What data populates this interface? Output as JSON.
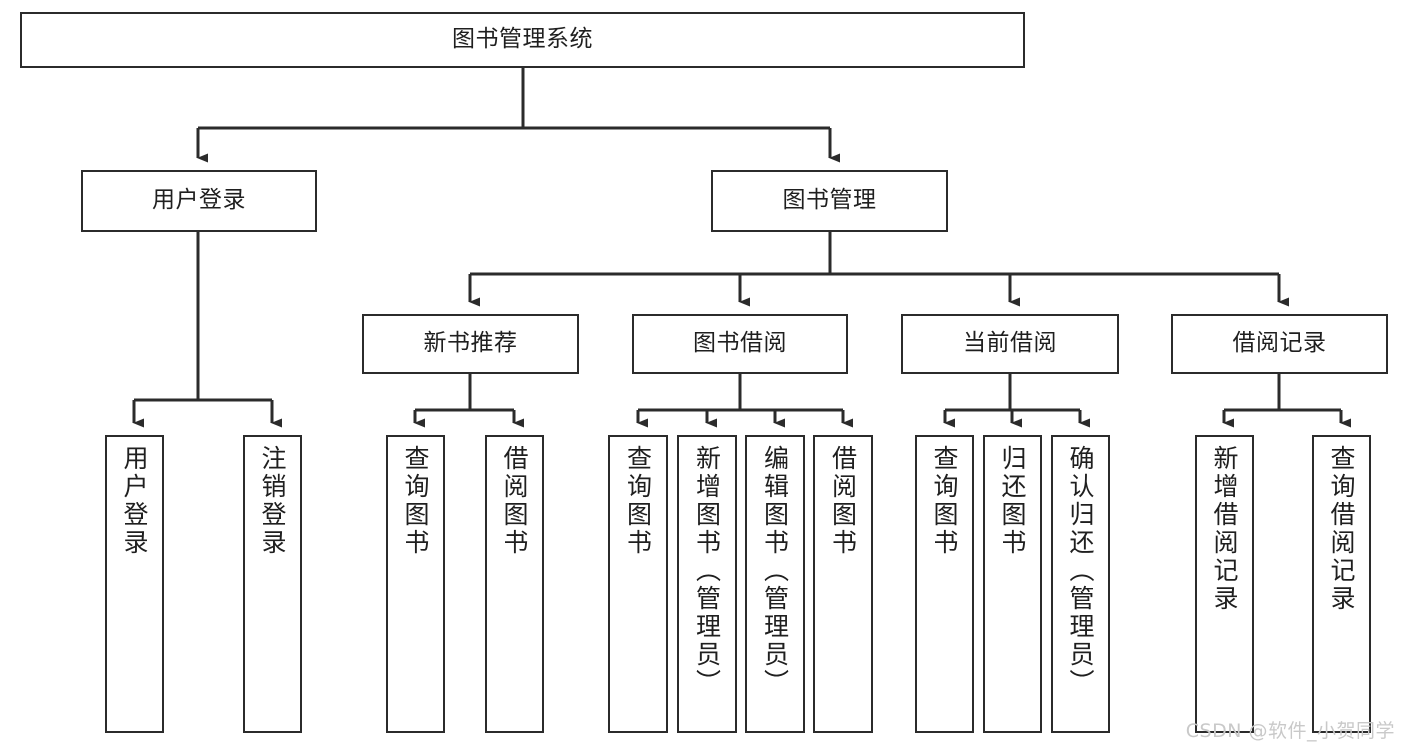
{
  "diagram": {
    "type": "tree",
    "title": "图书管理系统",
    "watermark": "CSDN @软件_小贺同学",
    "colors": {
      "box_border": "#2b2b2b",
      "box_fill": "#ffffff",
      "edge": "#2b2b2b",
      "text": "#1f1f1f",
      "watermark": "#c9c9c9"
    },
    "nodes": {
      "root": {
        "label": "图书管理系统"
      },
      "level2": [
        {
          "id": "user-login",
          "label": "用户登录"
        },
        {
          "id": "book-manage",
          "label": "图书管理"
        }
      ],
      "level3": [
        {
          "id": "new-book-recommend",
          "label": "新书推荐"
        },
        {
          "id": "book-borrow",
          "label": "图书借阅"
        },
        {
          "id": "current-borrow",
          "label": "当前借阅"
        },
        {
          "id": "borrow-record",
          "label": "借阅记录"
        }
      ],
      "leaves": [
        {
          "id": "leaf-user-login",
          "label": "用户登录",
          "parent": "user-login"
        },
        {
          "id": "leaf-logout-login",
          "label": "注销登录",
          "parent": "user-login"
        },
        {
          "id": "leaf-query-book-1",
          "label": "查询图书",
          "parent": "new-book-recommend"
        },
        {
          "id": "leaf-borrow-book-1",
          "label": "借阅图书",
          "parent": "new-book-recommend"
        },
        {
          "id": "leaf-query-book-2",
          "label": "查询图书",
          "parent": "book-borrow"
        },
        {
          "id": "leaf-add-book-admin",
          "label": "新增图书（管理员）",
          "parent": "book-borrow"
        },
        {
          "id": "leaf-edit-book-admin",
          "label": "编辑图书（管理员）",
          "parent": "book-borrow"
        },
        {
          "id": "leaf-borrow-book-2",
          "label": "借阅图书",
          "parent": "book-borrow"
        },
        {
          "id": "leaf-query-book-3",
          "label": "查询图书",
          "parent": "current-borrow"
        },
        {
          "id": "leaf-return-book",
          "label": "归还图书",
          "parent": "current-borrow"
        },
        {
          "id": "leaf-confirm-return",
          "label": "确认归还（管理员）",
          "parent": "current-borrow"
        },
        {
          "id": "leaf-add-record",
          "label": "新增借阅记录",
          "parent": "borrow-record"
        },
        {
          "id": "leaf-query-record",
          "label": "查询借阅记录",
          "parent": "borrow-record"
        }
      ]
    }
  }
}
